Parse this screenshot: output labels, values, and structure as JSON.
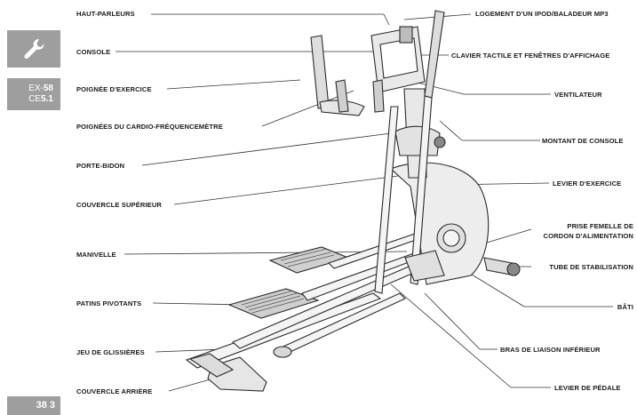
{
  "sidebar": {
    "icon": "wrench-icon",
    "model_line1_prefix": "EX-",
    "model_line1_num": "58",
    "model_line2_prefix": "CE",
    "model_line2_num": "5.1",
    "page_number": "38 3"
  },
  "labels_left": [
    "HAUT-PARLEURS",
    "CONSOLE",
    "POIGNÉE D'EXERCICE",
    "POIGNÉES DU CARDIO-FRÉQUENCEMÈTRE",
    "PORTE-BIDON",
    "COUVERCLE SUPÉRIEUR",
    "MANIVELLE",
    "PATINS PIVOTANTS",
    "JEU DE GLISSIÈRES",
    "COUVERCLE ARRIÈRE"
  ],
  "labels_right": [
    "LOGEMENT D'UN IPOD/BALADEUR MP3",
    "CLAVIER TACTILE ET FENÊTRES D'AFFICHAGE",
    "VENTILATEUR",
    "MONTANT DE CONSOLE",
    "LEVIER D'EXERCICE",
    "PRISE FEMELLE DE",
    "CORDON D'ALIMENTATION",
    "TUBE DE STABILISATION",
    "BÂTI",
    "BRAS DE LIAISON INFÉRIEUR",
    "LEVIER DE PÉDALE"
  ]
}
